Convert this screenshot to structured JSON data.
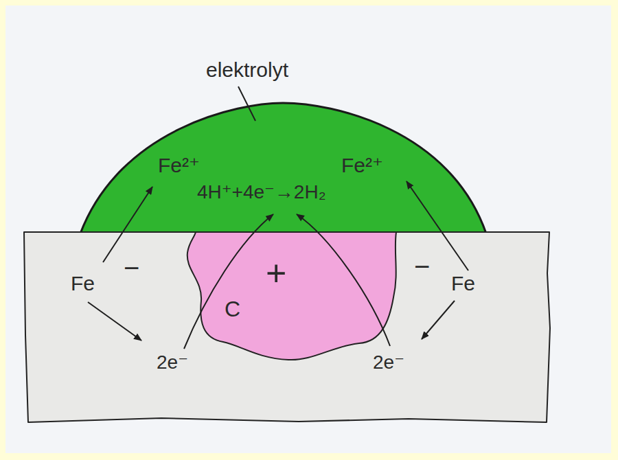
{
  "diagram": {
    "nodes": [
      {
        "text": [
          "Fe²⁺",
          "4H⁺+4e⁻→2H₂",
          "Fe²⁺"
        ]
      },
      {
        "text": [
          "Fe",
          "−",
          "−",
          "Fe",
          "2e⁻",
          "2e⁻"
        ]
      },
      {
        "text": [
          "+",
          "C"
        ],
        "in": 1
      }
    ],
    "labels": [
      "elektrolyt"
    ]
  }
}
